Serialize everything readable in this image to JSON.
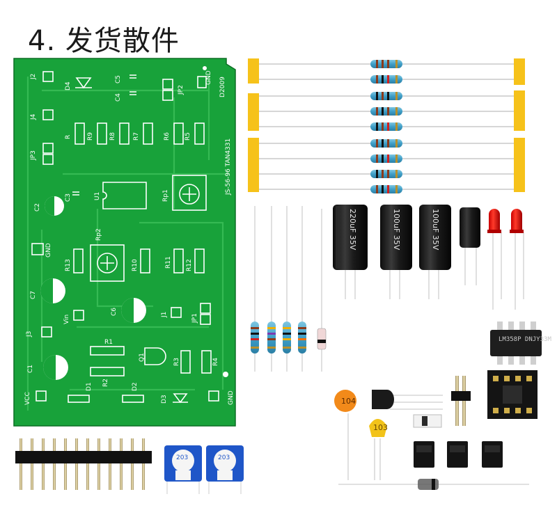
{
  "title": "4. 发货散件",
  "pcb": {
    "labels": {
      "J2": "J2",
      "D4": "D4",
      "C4": "C4",
      "C5": "C5",
      "JP2": "JP2",
      "GND_top": "GND",
      "D2009": "D2009",
      "J4": "J4",
      "JP3": "JP3",
      "R": "R",
      "R9": "R9",
      "R8": "R8",
      "R7": "R7",
      "R6": "R6",
      "R5": "R5",
      "model": "JS-56-96 TAN4331",
      "C3": "C3",
      "U1": "U1",
      "C2": "C2",
      "Rp1": "Rp1",
      "Rp2": "Rp2",
      "GND_mid": "GND",
      "R13": "R13",
      "R10": "R10",
      "R11": "R11",
      "R12": "R12",
      "C7": "C7",
      "C6": "C6",
      "J1": "J1",
      "JP1": "JP1",
      "Vin": "Vin",
      "J3": "J3",
      "R1": "R1",
      "Q1": "Q1",
      "R3": "R3",
      "R4": "R4",
      "C1": "C1",
      "R2": "R2",
      "D1": "D1",
      "D2": "D2",
      "D3": "D3",
      "VCC": "VCC",
      "GND_bot": "GND"
    }
  },
  "components": {
    "cap_220": "220uF 35V",
    "cap_100a": "100uF 35V",
    "cap_100b": "100uF 35V",
    "ic_label": "LM358P DNJY33M",
    "pot_a": "203",
    "pot_b": "203",
    "ceramic_a": "104",
    "ceramic_b": "103"
  }
}
